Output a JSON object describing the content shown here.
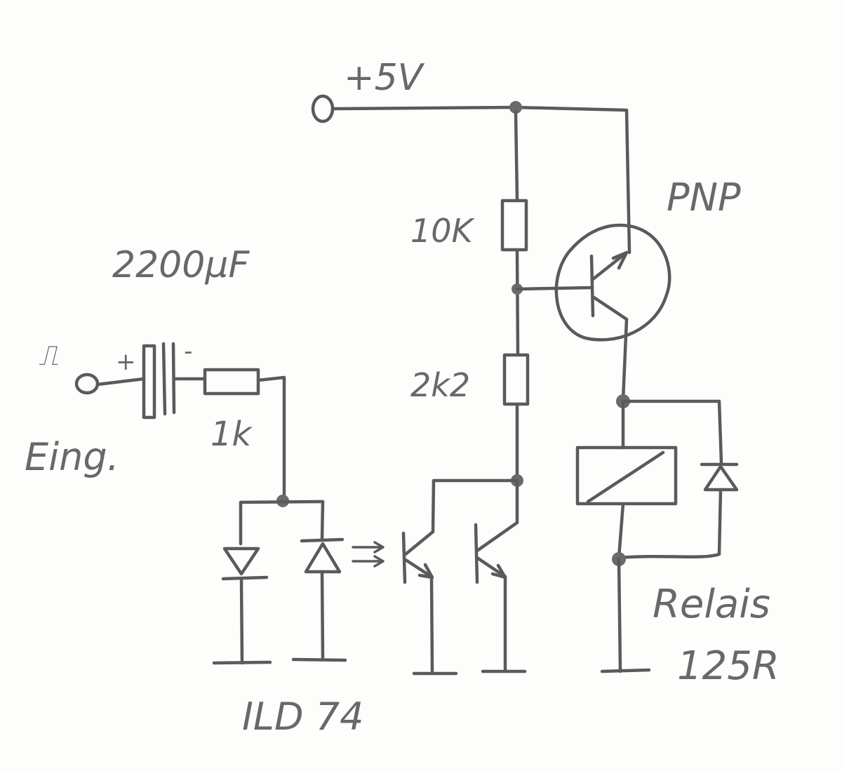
{
  "labels": {
    "supply": "+5V",
    "pnp": "PNP",
    "cap": "2200µF",
    "r_top": "10K",
    "r_mid": "2k2",
    "r_in": "1k",
    "input_symbol": "⎍",
    "input": "Eing.",
    "relay": "Relais",
    "relay_res": "125R",
    "optocoupler": "ILD 74",
    "cap_plus": "+",
    "cap_minus": "-"
  },
  "colors": {
    "ink": "#5a5a5a",
    "paper": "#fdfdfc"
  }
}
